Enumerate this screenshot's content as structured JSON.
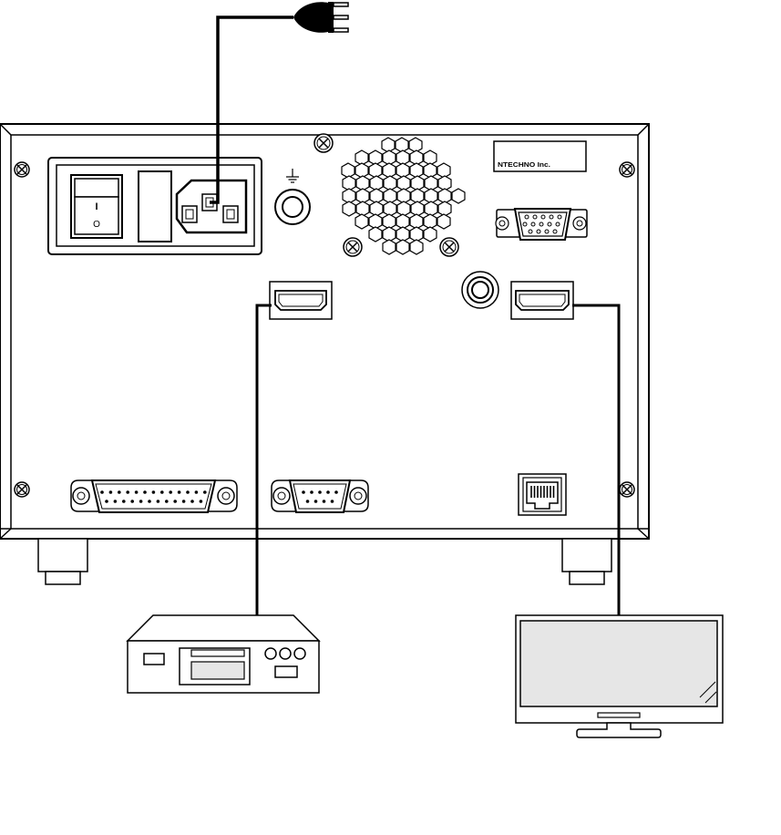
{
  "device": {
    "brand_label": "NTECHNO Inc.",
    "power_switch_on_symbol": "I",
    "power_switch_off_symbol": "O"
  },
  "icons": {
    "ground": "ground-symbol-icon",
    "plug": "power-plug-icon",
    "hdmi": "hdmi-port-icon",
    "vga": "vga-port-icon",
    "parallel": "db25-port-icon",
    "serial": "db9-port-icon",
    "ethernet": "rj45-port-icon",
    "recorder": "recorder-device-icon",
    "monitor": "monitor-icon"
  },
  "colors": {
    "line": "#000000",
    "fill": "#ffffff",
    "panel_inner": "#ffffff",
    "screen": "#e6e6e6",
    "recorder_display": "#e6e6e6"
  }
}
